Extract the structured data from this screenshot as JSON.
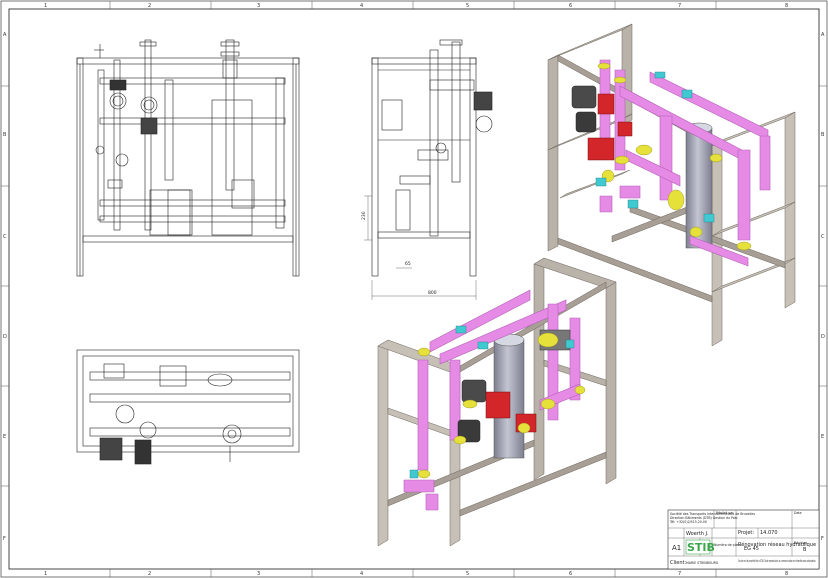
{
  "border": {
    "columns": [
      "1",
      "2",
      "3",
      "4",
      "5",
      "6",
      "7",
      "8"
    ],
    "rows": [
      "A",
      "B",
      "C",
      "D",
      "E",
      "F"
    ]
  },
  "dimensions": {
    "height_label": "230",
    "offset_label": "65",
    "width_label": "800"
  },
  "title_block": {
    "company_lines": [
      "Société des Transports Intercommunaux de Bruxelles",
      "Direction Bâtiments (DTB) Gestion du Parc",
      "Tél: +32(0)2/515.20.00"
    ],
    "drawn_by_label": "Réalisé par",
    "drawn_by": "Woerth J.",
    "date_label": "Date",
    "project_label": "Projet:",
    "project_number": "14.070",
    "project_title": "Rénovation réseau hydraulique",
    "format": "A1",
    "logo": "STIB",
    "plan_number_label": "Numéro de plan:",
    "plan_number": "EG 45",
    "revision_label": "Révision",
    "revision": "B",
    "client_label": "Client:",
    "client": "MARIE STRINBOURG",
    "notice": "Ce plan est la propriété de la STIB. Toute reproduction ou communication est interdite sans autorisation."
  },
  "colors": {
    "frame": "#b9b2a8",
    "frame_dark": "#8f877d",
    "pipe_pink": "#e58be6",
    "pipe_pink_dark": "#b45fb6",
    "flange_yellow": "#e6e13a",
    "joint_cyan": "#41c9d2",
    "pump_red": "#d3262a",
    "motor_dark": "#4a4a4a",
    "tank_gray": "#a7a9b8",
    "logo_green": "#3aa64a"
  }
}
